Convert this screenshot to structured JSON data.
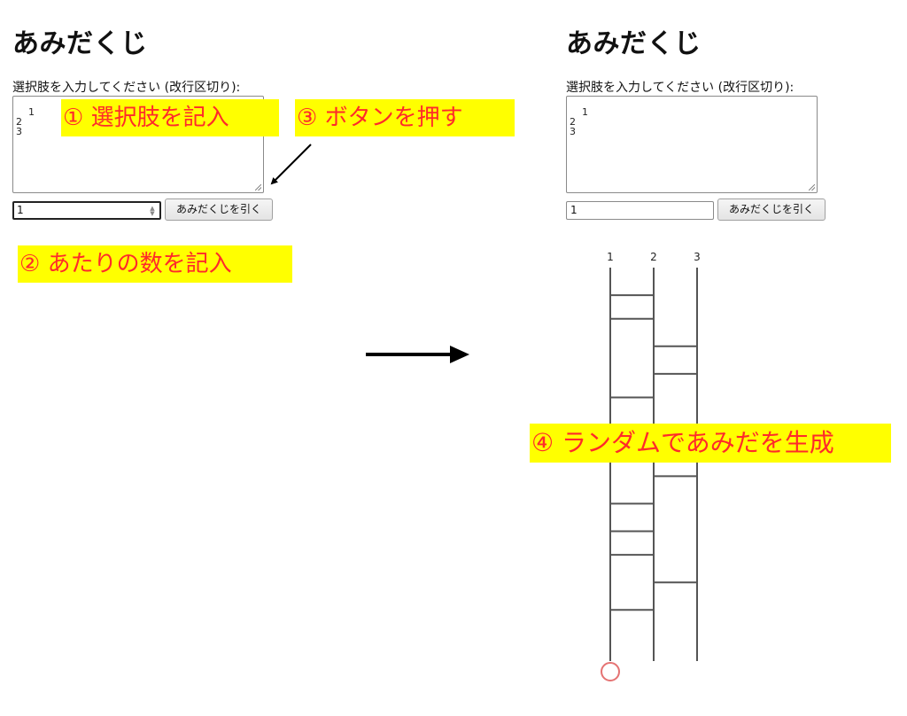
{
  "app": {
    "title": "あみだくじ",
    "choices_label": "選択肢を入力してください (改行区切り):",
    "button_label": "あみだくじを引く"
  },
  "before": {
    "choices_text": "1\n2\n3",
    "hit_count": "1"
  },
  "after": {
    "choices_text": "1\n2\n3",
    "hit_count": "1"
  },
  "annotations": {
    "step1": "① 選択肢を記入",
    "step2": "② あたりの数を記入",
    "step3": "③ ボタンを押す",
    "step4": "④ ランダムであみだを生成"
  },
  "colors": {
    "highlight": "#ffff00",
    "annotation_text": "#ff2a2a",
    "ladder_line": "#555555",
    "hit_marker": "#e57373",
    "arrow": "#000000"
  },
  "ladder": {
    "labels": [
      "1",
      "2",
      "3"
    ],
    "rungs": [
      {
        "between": [
          0,
          1
        ],
        "level": 0.07
      },
      {
        "between": [
          0,
          1
        ],
        "level": 0.13
      },
      {
        "between": [
          1,
          2
        ],
        "level": 0.2
      },
      {
        "between": [
          1,
          2
        ],
        "level": 0.27
      },
      {
        "between": [
          0,
          1
        ],
        "level": 0.33
      },
      {
        "between": [
          1,
          2
        ],
        "level": 0.53
      },
      {
        "between": [
          0,
          1
        ],
        "level": 0.6
      },
      {
        "between": [
          0,
          1
        ],
        "level": 0.67
      },
      {
        "between": [
          0,
          1
        ],
        "level": 0.73
      },
      {
        "between": [
          1,
          2
        ],
        "level": 0.8
      },
      {
        "between": [
          0,
          1
        ],
        "level": 0.87
      }
    ],
    "hit_index": 0
  }
}
